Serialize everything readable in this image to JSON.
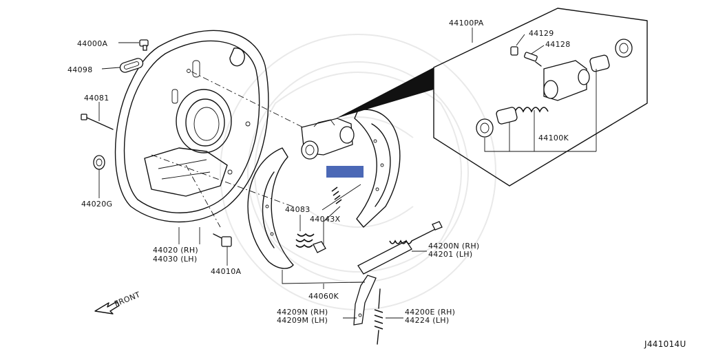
{
  "labels": {
    "p44000A": "44000A",
    "p44098": "44098",
    "p44081": "44081",
    "p44020G": "44020G",
    "p44020": "44020 (RH)",
    "p44030": "44030 (LH)",
    "p44010A": "44010A",
    "p44083": "44083",
    "p44043X": "44043X",
    "p44060K": "44060K",
    "p44100PA": "44100PA",
    "p44129": "44129",
    "p44128": "44128",
    "p44100K": "44100K",
    "p44200N": "44200N (RH)",
    "p44201": "44201  (LH)",
    "p44209N": "44209N (RH)",
    "p44209M": "44209M (LH)",
    "p44200E": "44200E (RH)",
    "p44224": "44224  (LH)"
  },
  "front_label": "FRONT",
  "drawing_code": "J441014U",
  "colors": {
    "ink": "#111111",
    "highlight": "#4b68b6",
    "watermark": "#e9e9e9"
  }
}
